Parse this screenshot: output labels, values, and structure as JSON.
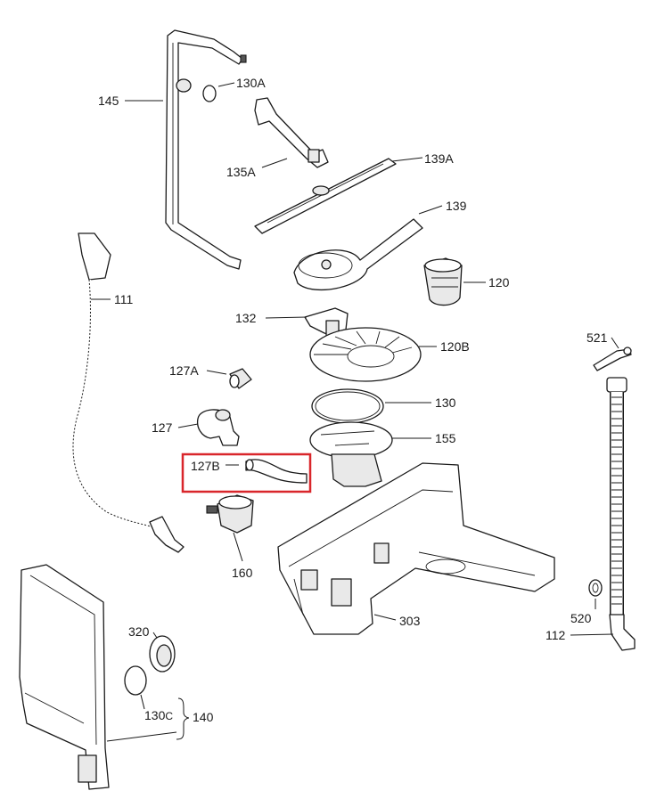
{
  "highlight": {
    "part": "127B",
    "color": "#d9262b"
  },
  "callouts": {
    "c145": "145",
    "c130A": "130A",
    "c135A": "135A",
    "c139A": "139A",
    "c139": "139",
    "c120": "120",
    "c111": "111",
    "c132": "132",
    "c120B": "120B",
    "c127A": "127A",
    "c130": "130",
    "c127": "127",
    "c155": "155",
    "c127B": "127B",
    "c160": "160",
    "c303": "303",
    "c521": "521",
    "c520": "520",
    "c112": "112",
    "c320": "320",
    "c130C_main": "130",
    "c130C_sub": "C",
    "c140": "140"
  }
}
